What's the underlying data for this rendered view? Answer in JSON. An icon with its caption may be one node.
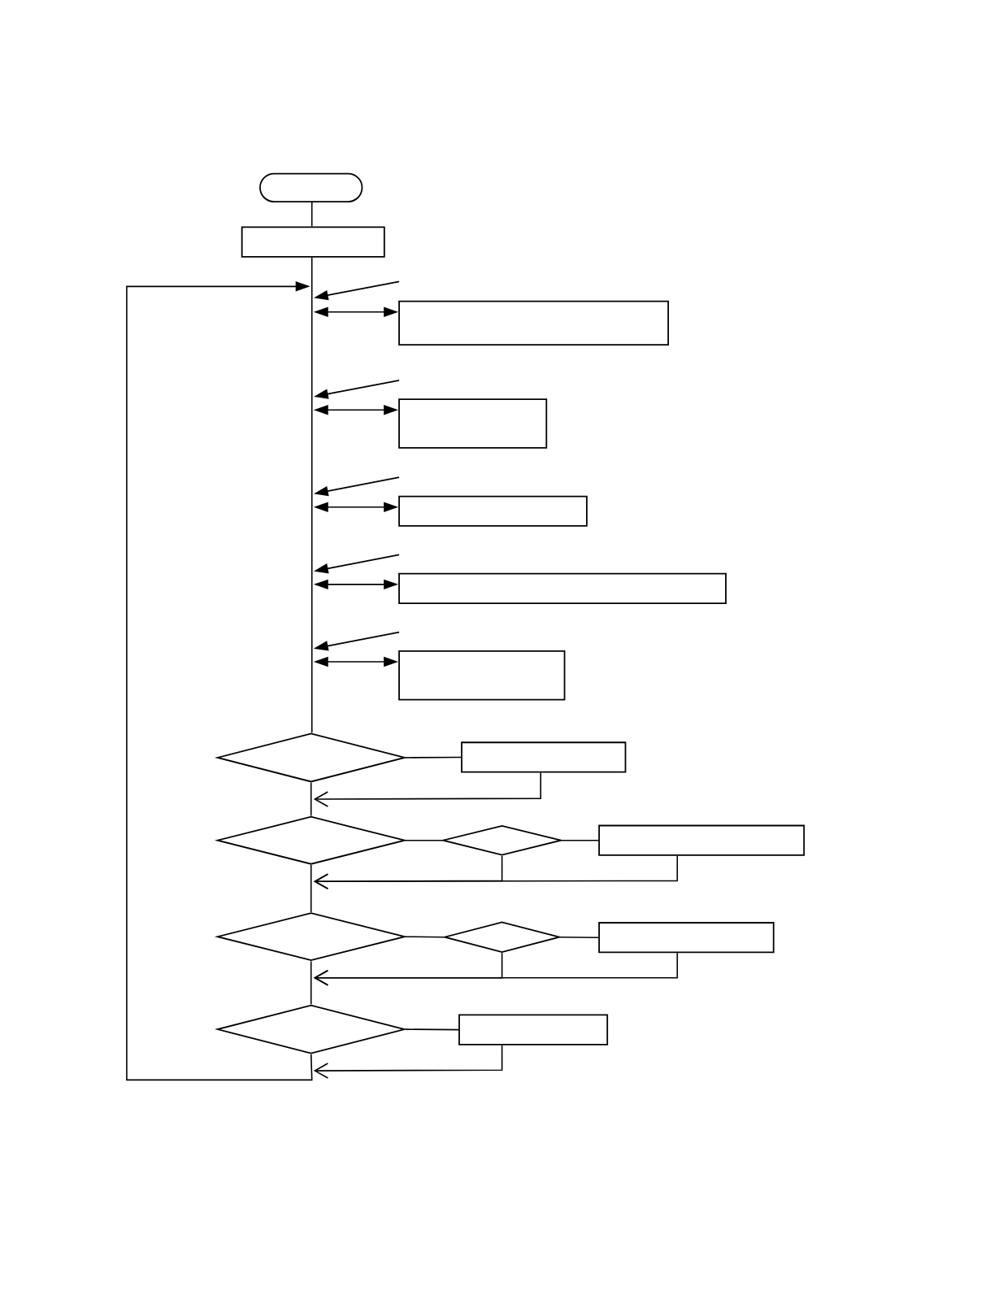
{
  "diagram": {
    "nodes": [
      {
        "text": [],
        "shape": "terminal"
      },
      {
        "text": [],
        "shape": "box"
      },
      {
        "text": [],
        "shape": "box"
      },
      {
        "text": [],
        "shape": "box"
      },
      {
        "text": [],
        "shape": "box"
      },
      {
        "text": [],
        "shape": "box"
      },
      {
        "text": [],
        "shape": "box"
      },
      {
        "text": [],
        "shape": "diamond"
      },
      {
        "text": [],
        "shape": "box"
      },
      {
        "text": [],
        "shape": "diamond"
      },
      {
        "text": [],
        "shape": "diamond"
      },
      {
        "text": [],
        "shape": "box"
      },
      {
        "text": [],
        "shape": "diamond"
      },
      {
        "text": [],
        "shape": "diamond"
      },
      {
        "text": [],
        "shape": "box"
      },
      {
        "text": [],
        "shape": "diamond"
      },
      {
        "text": [],
        "shape": "box"
      }
    ],
    "edges": [
      {
        "from": 0,
        "to": 1,
        "arrow": "none"
      },
      {
        "from": 1,
        "to": 7,
        "arrow": "none"
      },
      {
        "from": null,
        "to": 2,
        "arrow": "both"
      },
      {
        "from": null,
        "to": 3,
        "arrow": "both"
      },
      {
        "from": null,
        "to": 4,
        "arrow": "both"
      },
      {
        "from": null,
        "to": 5,
        "arrow": "both"
      },
      {
        "from": null,
        "to": 6,
        "arrow": "both"
      },
      {
        "from": 7,
        "to": 8,
        "arrow": "none"
      },
      {
        "from": 8,
        "to": 7,
        "arrow": "to"
      },
      {
        "from": 7,
        "to": 9,
        "arrow": "none"
      },
      {
        "from": 9,
        "to": 10,
        "arrow": "none"
      },
      {
        "from": 10,
        "to": 11,
        "arrow": "none"
      },
      {
        "from": 11,
        "to": 9,
        "arrow": "to"
      },
      {
        "from": 10,
        "to": 9,
        "arrow": "to"
      },
      {
        "from": 9,
        "to": 12,
        "arrow": "none"
      },
      {
        "from": 12,
        "to": 13,
        "arrow": "none"
      },
      {
        "from": 13,
        "to": 14,
        "arrow": "none"
      },
      {
        "from": 14,
        "to": 12,
        "arrow": "to"
      },
      {
        "from": 13,
        "to": 12,
        "arrow": "to"
      },
      {
        "from": 12,
        "to": 15,
        "arrow": "none"
      },
      {
        "from": 15,
        "to": 16,
        "arrow": "none"
      },
      {
        "from": 16,
        "to": 15,
        "arrow": "to"
      },
      {
        "from": 15,
        "to": null,
        "arrow": "to"
      }
    ]
  }
}
